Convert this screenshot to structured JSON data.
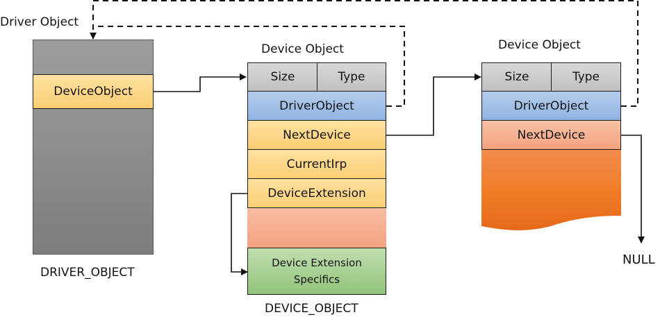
{
  "diagram": {
    "driver_object": {
      "top_label": "Driver Object",
      "field": "DeviceObject",
      "caption": "DRIVER_OBJECT"
    },
    "device_object_1": {
      "title": "Device Object",
      "size": "Size",
      "type": "Type",
      "driver_object": "DriverObject",
      "next_device": "NextDevice",
      "current_irp": "CurrentIrp",
      "device_extension": "DeviceExtension",
      "extension_specifics_line1": "Device Extension",
      "extension_specifics_line2": "Specifics",
      "caption": "DEVICE_OBJECT"
    },
    "device_object_2": {
      "title": "Device Object",
      "size": "Size",
      "type": "Type",
      "driver_object": "DriverObject",
      "next_device": "NextDevice"
    },
    "null_label": "NULL",
    "colors": {
      "gray_block": "#8c8c8c",
      "yellow_field": "#fdd88a",
      "blue_field": "#a3c1e8",
      "salmon_field": "#f5b192",
      "green_field": "#a9d18e",
      "orange_block": "#f07b25"
    },
    "connections": [
      {
        "from": "DRIVER_OBJECT.DeviceObject",
        "to": "DeviceObject#1",
        "style": "solid"
      },
      {
        "from": "DeviceObject#1.NextDevice",
        "to": "DeviceObject#2",
        "style": "solid"
      },
      {
        "from": "DeviceObject#2.NextDevice",
        "to": "NULL",
        "style": "solid"
      },
      {
        "from": "DeviceObject#1.DriverObject",
        "to": "DRIVER_OBJECT",
        "style": "dashed"
      },
      {
        "from": "DeviceObject#2.DriverObject",
        "to": "DRIVER_OBJECT",
        "style": "dashed"
      },
      {
        "from": "DeviceObject#1.DeviceExtension",
        "to": "DeviceObject#1.DeviceExtensionSpecifics",
        "style": "solid"
      }
    ]
  }
}
